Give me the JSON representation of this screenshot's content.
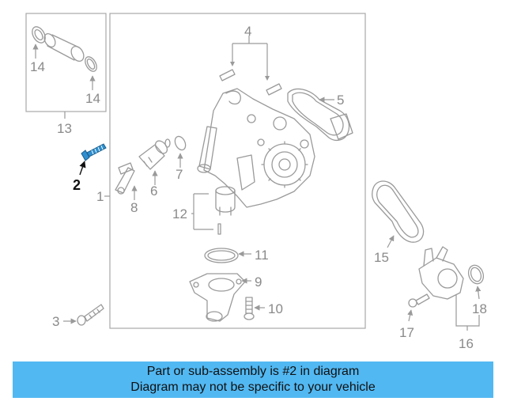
{
  "callouts": {
    "c1": "1",
    "c2": "2",
    "c3": "3",
    "c4": "4",
    "c5": "5",
    "c6": "6",
    "c7": "7",
    "c8": "8",
    "c9": "9",
    "c10": "10",
    "c11": "11",
    "c12": "12",
    "c13": "13",
    "c14a": "14",
    "c14b": "14",
    "c15": "15",
    "c16": "16",
    "c17": "17",
    "c18": "18"
  },
  "highlighted_part": "2",
  "colors": {
    "banner": "#52b8f2",
    "line_art": "#9a9a9a",
    "highlight": "#111111",
    "highlight_part": "#2f8fd0"
  },
  "banner": {
    "line1": "Part or sub-assembly is #2 in diagram",
    "line2": "Diagram may not be specific to your vehicle"
  }
}
